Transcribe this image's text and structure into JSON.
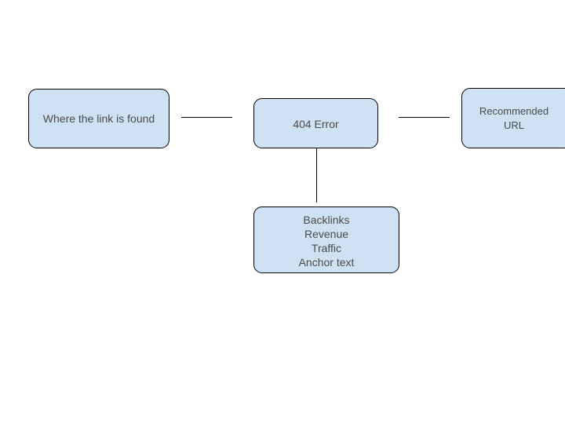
{
  "diagram": {
    "nodes": {
      "source": {
        "label": "Where the link is found"
      },
      "error": {
        "label": "404 Error"
      },
      "recommended": {
        "lines": [
          "Recommended",
          "URL"
        ]
      },
      "metrics": {
        "lines": [
          "Backlinks",
          "Revenue",
          "Traffic",
          "Anchor text"
        ]
      }
    },
    "colors": {
      "node_fill": "#cfe2f3",
      "node_border": "#000000",
      "connector": "#000000",
      "text": "#4a4a4a"
    }
  }
}
